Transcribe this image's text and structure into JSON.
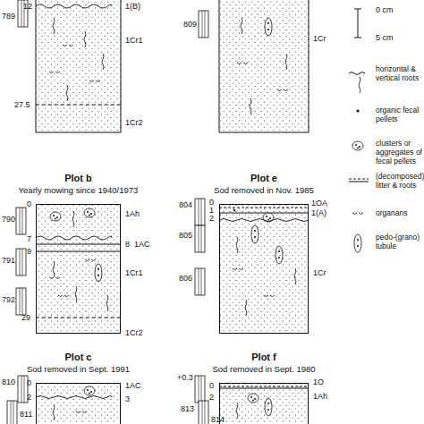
{
  "diagram": {
    "nodes": [
      {
        "text": [
          "Plot b",
          "Yearly mowing since 1940/1973"
        ]
      },
      {
        "text": [
          "Plot e",
          "Sod removed in Nov. 1985"
        ]
      },
      {
        "text": [
          "Plot c",
          "Sod removed in Sept. 1991"
        ]
      },
      {
        "text": [
          "Plot f",
          "Sod removed in Sept. 1980"
        ]
      }
    ],
    "labels": [
      "12",
      "1(B)",
      "789",
      "1Cr1",
      "27.5",
      "1Cr2",
      "809",
      "1Cr",
      "0 cm",
      "5 cm",
      "0",
      "1Ah",
      "790",
      "7",
      "8",
      "1AC",
      "9",
      "791",
      "1Cr1",
      "792",
      "29",
      "1Cr2",
      "0",
      "1OA",
      "804",
      "1",
      "1(A)",
      "2",
      "805",
      "806",
      "1Cr",
      "0",
      "1AC",
      "810",
      "2",
      "3",
      "811",
      "+0.3",
      "0",
      "1O",
      "813",
      "2",
      "1Ah",
      "814"
    ],
    "legend": [
      {
        "text": "horizontal & vertical roots"
      },
      {
        "text": "organic fecal pellets"
      },
      {
        "text": "clusters or aggregates of fecal pellets"
      },
      {
        "text": "(decomposed) litter & roots"
      },
      {
        "text": "organans"
      },
      {
        "text": "pedo-(grano) tubule"
      }
    ]
  }
}
